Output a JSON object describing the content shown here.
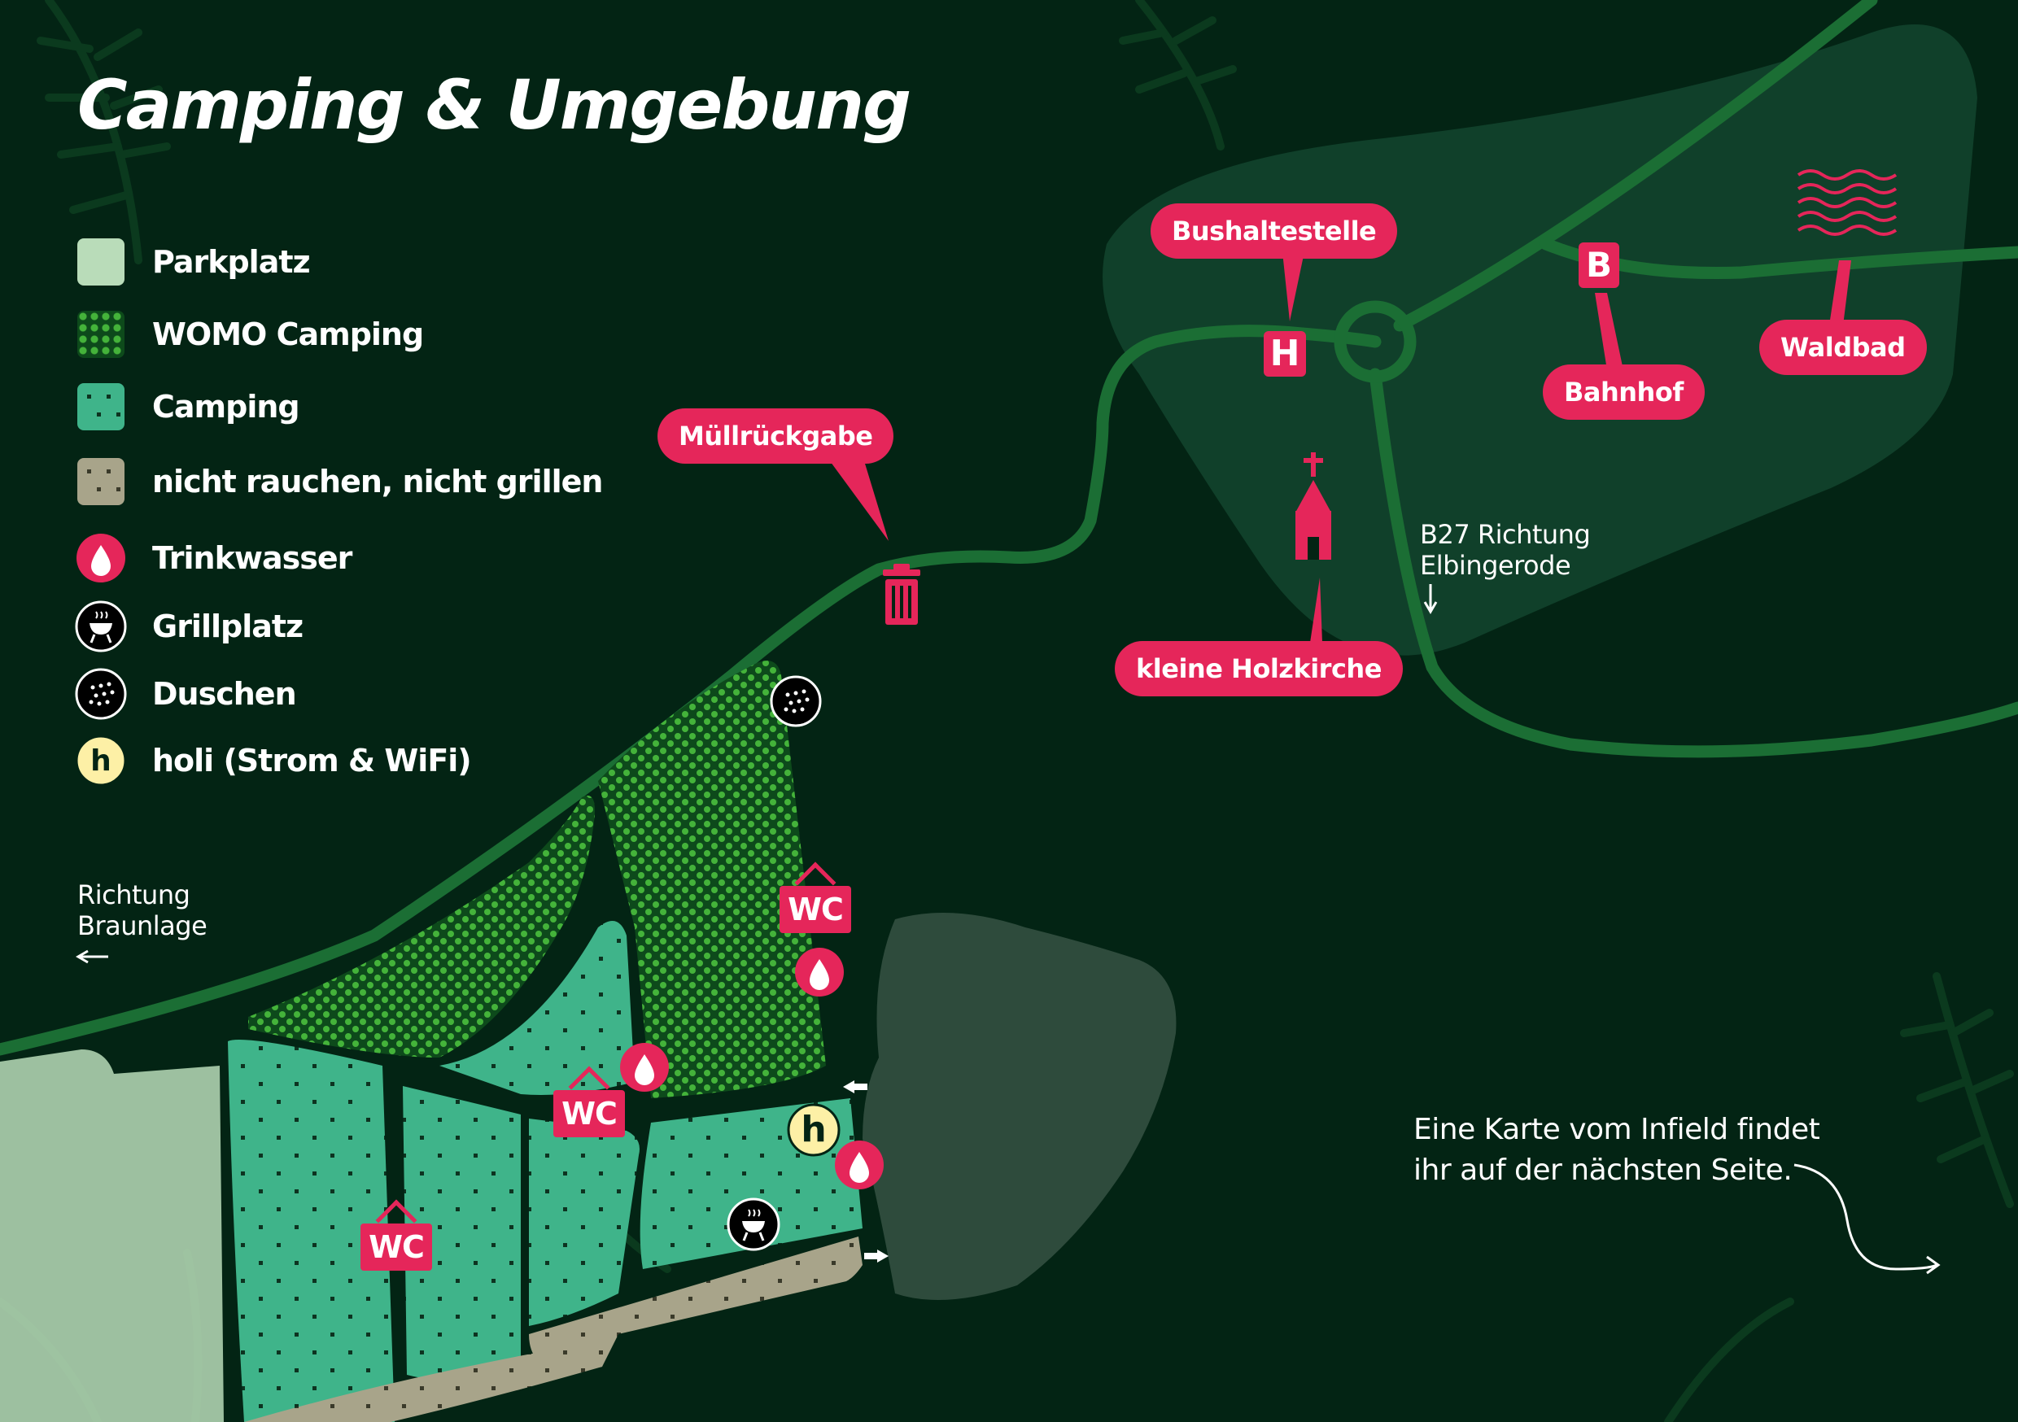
{
  "title": "Camping & Umgebung",
  "colors": {
    "background": "#032414",
    "accent": "#e5265a",
    "road": "#1b6e34",
    "parking": "#b9dcb9",
    "womo": "#44b33a",
    "camping": "#3fb48a",
    "no_smoking_zone": "#a8a48a",
    "lake": "#2e4b3c",
    "holi": "#fdf0a6"
  },
  "legend": {
    "items": [
      {
        "label": "Parkplatz",
        "icon": "parking-swatch"
      },
      {
        "label": "WOMO Camping",
        "icon": "womo-swatch"
      },
      {
        "label": "Camping",
        "icon": "camping-swatch"
      },
      {
        "label": "nicht rauchen, nicht grillen",
        "icon": "no-smoking-swatch"
      },
      {
        "label": "Trinkwasser",
        "icon": "water-drop-icon"
      },
      {
        "label": "Grillplatz",
        "icon": "grill-icon"
      },
      {
        "label": "Duschen",
        "icon": "shower-icon"
      },
      {
        "label": "holi (Strom & WiFi)",
        "icon": "holi-icon"
      }
    ]
  },
  "map": {
    "callouts": {
      "muell": "Müllrückgabe",
      "bushaltestelle": "Bushaltestelle",
      "bahnhof": "Bahnhof",
      "waldbad": "Waldbad",
      "kirche": "kleine Holzkirche"
    },
    "signs": {
      "bus_letter": "H",
      "bahn_letter": "B",
      "wc": "WC",
      "holi_letter": "h"
    },
    "directions": {
      "b27_line1": "B27 Richtung",
      "b27_line2": "Elbingerode",
      "braunlage_line1": "Richtung",
      "braunlage_line2": "Braunlage"
    },
    "note": {
      "line1": "Eine Karte vom Infield findet",
      "line2": "ihr auf der nächsten Seite."
    }
  }
}
